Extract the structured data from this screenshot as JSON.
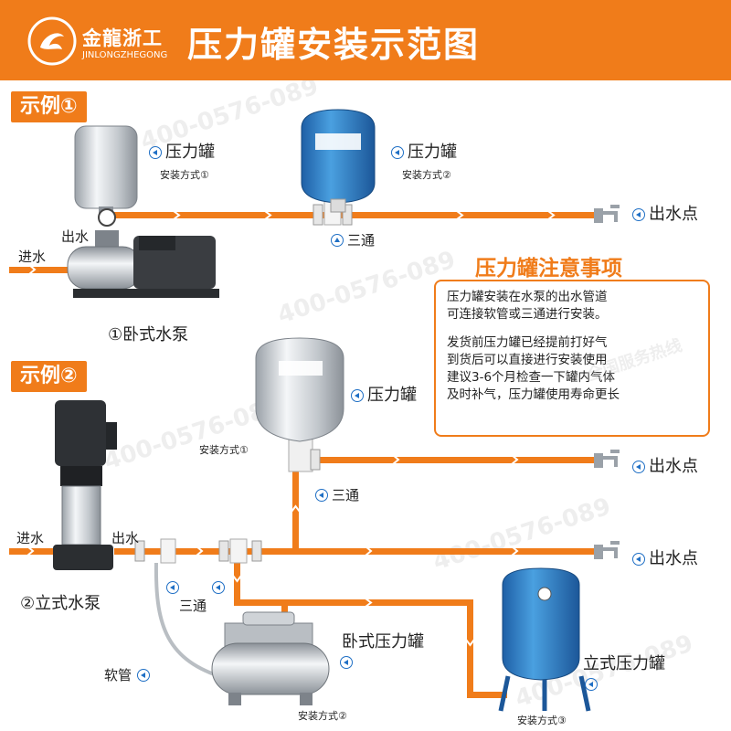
{
  "brand": {
    "name_cn": "金龍浙工",
    "name_en": "JINLONGZHEGONG"
  },
  "title": "压力罐安装示范图",
  "example1": {
    "badge": "示例①",
    "tank1_label": "压力罐",
    "tank1_sub": "安装方式①",
    "tank2_label": "压力罐",
    "tank2_sub": "安装方式②",
    "tee_label": "三通",
    "outlet_top": "出水",
    "inlet": "进水",
    "outlet_point": "出水点",
    "pump_label": "①卧式水泵"
  },
  "example2": {
    "badge": "示例②",
    "tank_label": "压力罐",
    "tank_sub": "安装方式①",
    "tee_label_upper": "三通",
    "outlet_point_1": "出水点",
    "outlet_point_2": "出水点",
    "inlet": "进水",
    "outlet": "出水",
    "pump_label": "②立式水泵",
    "tee_label_lower": "三通",
    "hose_label": "软管",
    "horizontal_tank_label": "卧式压力罐",
    "horizontal_tank_sub": "安装方式②",
    "vertical_tank_label": "立式压力罐",
    "vertical_tank_sub": "安装方式③"
  },
  "notes": {
    "title": "压力罐注意事项",
    "lines": [
      "压力罐安装在水泵的出水管道",
      "可连接软管或三通进行安装。",
      "发货前压力罐已经提前打好气",
      "到货后可以直接进行安装使用",
      "建议3-6个月检查一下罐内气体",
      "及时补气，压力罐使用寿命更长"
    ]
  },
  "watermark": {
    "phone": "400-0576-089",
    "hotline": "全国服务热线"
  },
  "colors": {
    "orange": "#f07c1a",
    "blue": "#1f6fc5",
    "tank_blue": "#2f86c8",
    "steel": "#c9ced3"
  }
}
